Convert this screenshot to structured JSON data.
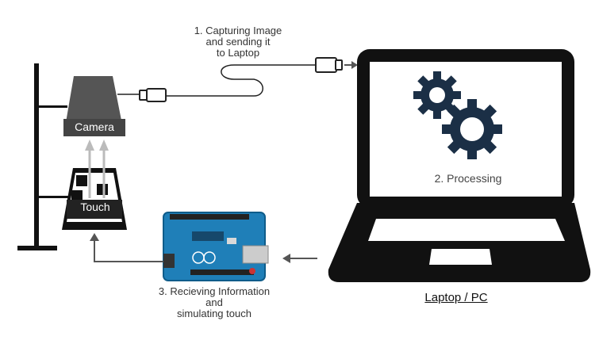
{
  "labels": {
    "capture": [
      "1. Capturing Image",
      "and sending it",
      "to Laptop"
    ],
    "processing": "2. Processing",
    "receiving": [
      "3. Recieving Information",
      "and",
      "simulating touch"
    ],
    "laptop": "Laptop / PC",
    "camera": "Camera",
    "touch": "Touch"
  },
  "colors": {
    "stand": "#111111",
    "camera": "#555555",
    "screen_black": "#111111",
    "gear": "#1b2f46",
    "arduino": "#1f7fb8",
    "arrow_light": "#bbbbbb",
    "arrow_dark": "#555555"
  },
  "icons": [
    "usb-plug-icon",
    "gear-icon",
    "arduino-board-icon",
    "smartphone-icon",
    "camera-icon",
    "laptop-icon"
  ]
}
